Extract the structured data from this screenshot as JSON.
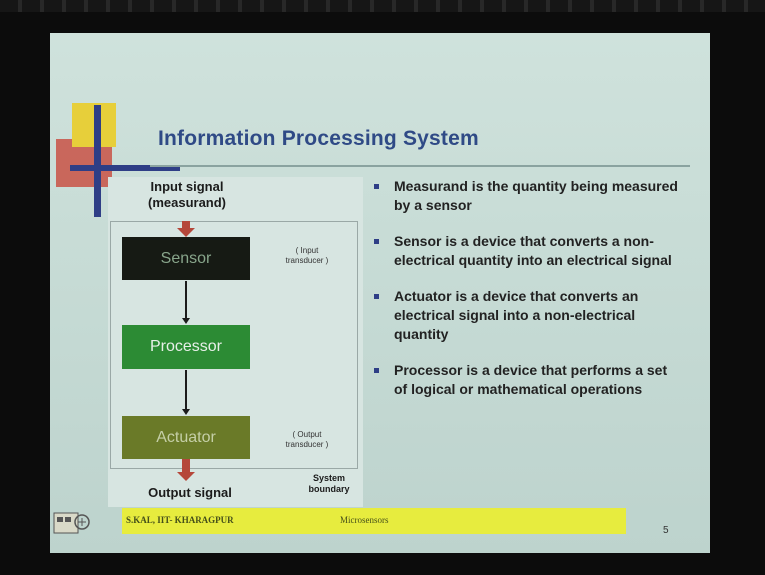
{
  "slide": {
    "title": "Information Processing System",
    "diagram": {
      "input_signal": "Input signal\n(measurand)",
      "sensor": "Sensor",
      "sensor_note": "( Input\ntransducer )",
      "processor": "Processor",
      "actuator": "Actuator",
      "actuator_note": "( Output\ntransducer )",
      "output_signal": "Output signal",
      "system_boundary": "System\nboundary"
    },
    "bullets": [
      {
        "term": "Measurand",
        "text": " is the quantity being measured by a sensor"
      },
      {
        "term": "Sensor",
        "text": " is a device that converts a non-electrical quantity into an electrical signal"
      },
      {
        "term": "Actuator",
        "text": " is a device that converts an electrical signal into a non-electrical quantity"
      },
      {
        "term": "Processor",
        "text": " is a device that performs a set of logical or mathematical operations"
      }
    ],
    "footer": {
      "left": "S.KAL, IIT- KHARAGPUR",
      "middle": "Microsensors",
      "page_number": "5"
    }
  },
  "colors": {
    "slide_background": "#c6dbd5",
    "title": "#2f4a86",
    "sensor_box": "#161a14",
    "processor_box": "#2c8b34",
    "actuator_box": "#6a7a28",
    "signal_arrow": "#b5473a",
    "footer_bar": "#e7ec3e",
    "deco_yellow": "#e7cf3a",
    "deco_red": "#c95a4e",
    "deco_blue": "#2e3e86"
  },
  "icons": {
    "bullet": "square-bullet-icon",
    "logo": "institute-logo-icon"
  }
}
